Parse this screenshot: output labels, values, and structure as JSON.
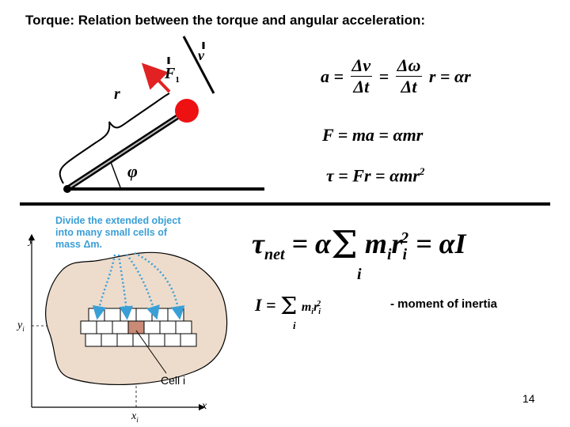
{
  "slide": {
    "title": "Torque: Relation between the torque and angular acceleration:",
    "page_number": "14"
  },
  "figure_lever": {
    "label_r": "r",
    "label_v": "v",
    "label_F": "F",
    "label_F_sub": "1",
    "label_phi": "φ"
  },
  "figure_cells": {
    "note_line1": "Divide the extended object",
    "note_line2": "into many small cells of",
    "note_line3": "mass Δm.",
    "axis_y": "y",
    "axis_x": "x",
    "tick_y": "y",
    "tick_y_sub": "i",
    "tick_x": "x",
    "tick_x_sub": "i",
    "cell_label": "Cell i"
  },
  "equations": {
    "eq1": "a = Δv/Δt = Δω/Δt r = αr",
    "eq2": "F = ma = αmr",
    "eq3": "τ = Fr = αmr²",
    "eq4": "τnet = α Σi miri² = αI",
    "eq5": "I = Σi miri²"
  },
  "caption": "- moment of inertia",
  "colors": {
    "ball": "#ee1111",
    "force_arrow": "#e22222",
    "note_text": "#3a9fd6",
    "blob": "#eddccc",
    "highlight_cell": "#c98a76"
  }
}
